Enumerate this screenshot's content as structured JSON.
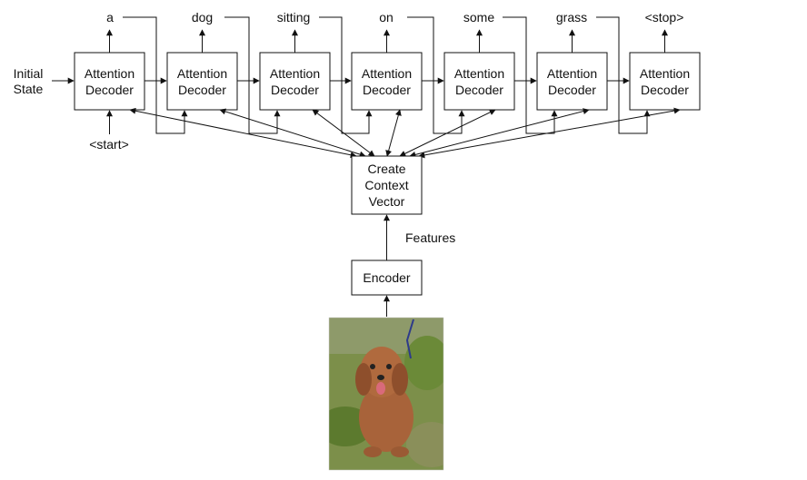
{
  "decoder": {
    "line1": "Attention",
    "line2": "Decoder"
  },
  "initial_state": {
    "line1": "Initial",
    "line2": "State"
  },
  "start_token": "<start>",
  "output_words": [
    "a",
    "dog",
    "sitting",
    "on",
    "some",
    "grass",
    "<stop>"
  ],
  "context": {
    "line1": "Create",
    "line2": "Context",
    "line3": "Vector"
  },
  "features_label": "Features",
  "encoder_label": "Encoder",
  "photo": {
    "subject": "dog-on-grass-photo"
  },
  "colors": {
    "stroke": "#111111",
    "grass": "#6f8a3a",
    "dog": "#9a5a34"
  }
}
